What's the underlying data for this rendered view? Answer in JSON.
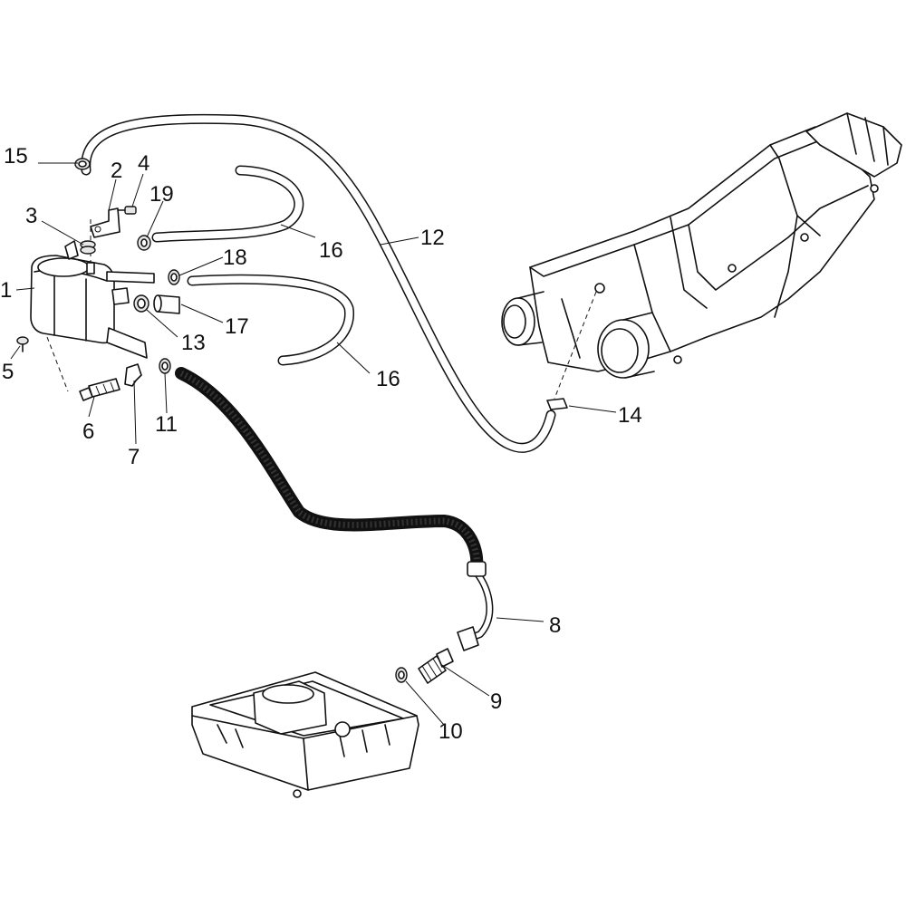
{
  "diagram": {
    "callouts": {
      "c1": "1",
      "c2": "2",
      "c3": "3",
      "c4": "4",
      "c5": "5",
      "c6": "6",
      "c7": "7",
      "c8": "8",
      "c9": "9",
      "c10": "10",
      "c11": "11",
      "c12": "12",
      "c13": "13",
      "c14": "14",
      "c15": "15",
      "c16a": "16",
      "c16b": "16",
      "c17": "17",
      "c18": "18",
      "c19": "19"
    }
  }
}
